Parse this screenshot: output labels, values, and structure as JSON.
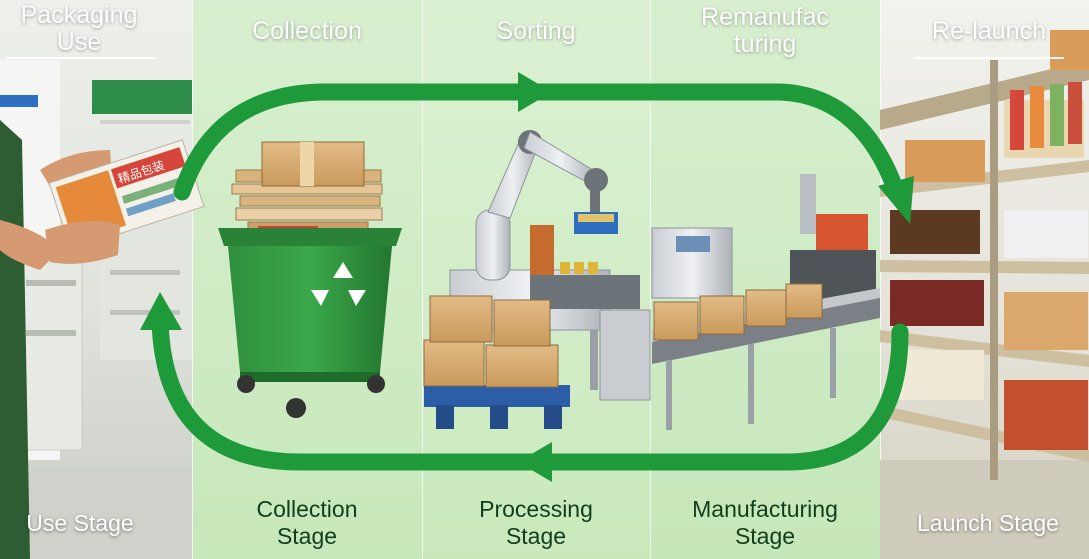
{
  "stages": [
    {
      "id": "use",
      "top_label": "Packaging\nUse",
      "bottom_label": "Use Stage"
    },
    {
      "id": "collection",
      "top_label": "Collection",
      "bottom_label": "Collection\nStage"
    },
    {
      "id": "sorting",
      "top_label": "Sorting",
      "bottom_label": "Processing\nStage"
    },
    {
      "id": "remanufacturing",
      "top_label": "Remanufac\nturing",
      "bottom_label": "Manufacturing\nStage"
    },
    {
      "id": "relaunch",
      "top_label": "Re-launch",
      "bottom_label": "Launch Stage"
    }
  ],
  "package_text": "精品包装",
  "colors": {
    "arrow": "#1f9a3a",
    "bin": "#2e8b3c",
    "text_dark": "#123d1c"
  }
}
